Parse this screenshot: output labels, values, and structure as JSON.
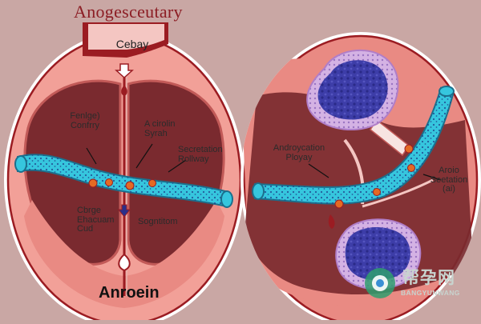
{
  "title": "Anogesceutary",
  "top_badge": "Cebay",
  "left_panel": {
    "label_upper_left": "Fenlge)\nConfrry",
    "label_upper_center": "A cirolin\nSyrah",
    "label_upper_right": "Secretation\nRollway",
    "label_lower_left": "Cbrge\nEhacuam\nCud",
    "label_lower_right": "Sogntitom"
  },
  "right_panel": {
    "label_center": "Androycation\nPloyay",
    "label_right": "Aroio\nSeetation\n(ai)"
  },
  "bottom_caption": "Anroein",
  "watermark": {
    "cn": "帮孕网",
    "en": "BANGYUNWANG"
  },
  "colors": {
    "background": "#c9a7a4",
    "muscle_dark": "#7a2a2f",
    "muscle_light": "#e98a83",
    "vessel": "#36c6de",
    "vessel_dots": "#1e3f8a",
    "cell_body": "#3d3da8",
    "cell_rim": "#c39ad6",
    "accent_red": "#9b1c22"
  }
}
